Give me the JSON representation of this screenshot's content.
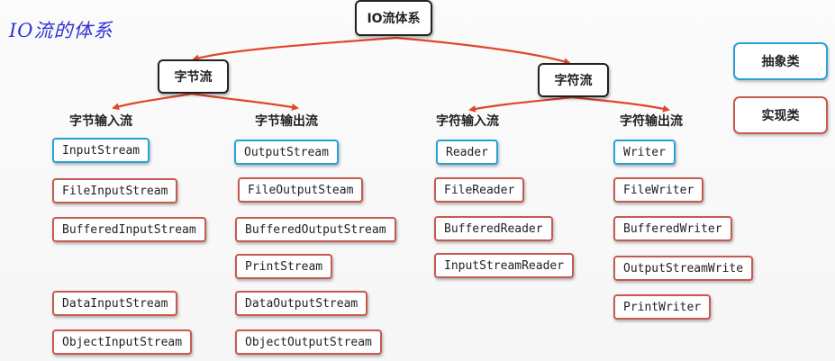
{
  "handwritten_title": "IO流的体系",
  "root": "IO流体系",
  "categories": {
    "byte": "字节流",
    "char": "字符流"
  },
  "legend": {
    "abstract": "抽象类",
    "implementation": "实现类"
  },
  "colors": {
    "abstract_border": "#2aa0d6",
    "implementation_border": "#c75a4f",
    "arrow": "#e0472a",
    "handwritten": "#2f2fd6"
  },
  "groups": {
    "byte_input": {
      "header": "字节输入流",
      "abstract": "InputStream",
      "impls": [
        "FileInputStream",
        "BufferedInputStream",
        "DataInputStream",
        "ObjectInputStream"
      ]
    },
    "byte_output": {
      "header": "字节输出流",
      "abstract": "OutputStream",
      "impls": [
        "FileOutputSteam",
        "BufferedOutputStream",
        "PrintStream",
        "DataOutputStream",
        "ObjectOutputStream"
      ]
    },
    "char_input": {
      "header": "字符输入流",
      "abstract": "Reader",
      "impls": [
        "FileReader",
        "BufferedReader",
        "InputStreamReader"
      ]
    },
    "char_output": {
      "header": "字符输出流",
      "abstract": "Writer",
      "impls": [
        "FileWriter",
        "BufferedWriter",
        "OutputStreamWrite",
        "PrintWriter"
      ]
    }
  }
}
